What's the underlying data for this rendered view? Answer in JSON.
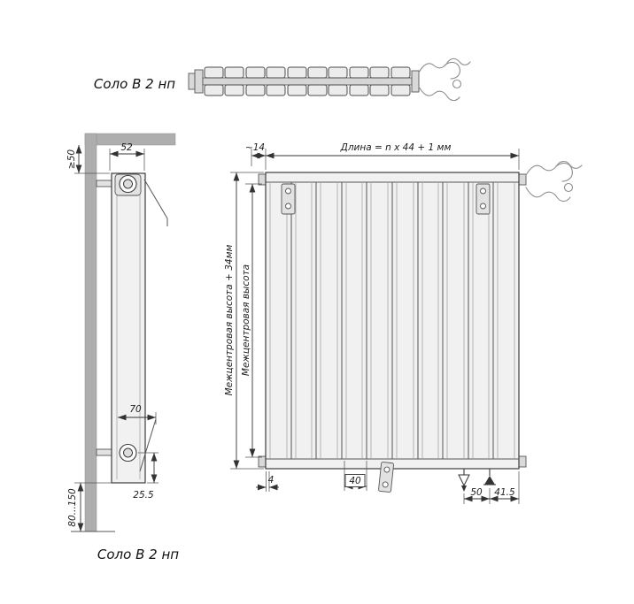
{
  "titles": {
    "top": "Соло В 2 нп",
    "bottom": "Соло В 2 нп"
  },
  "side_view": {
    "depth": "52",
    "wall_clearance": "≥50",
    "bracket_offset": "70",
    "bottom_offset": "25.5",
    "floor_clearance": "80...150"
  },
  "front_view": {
    "length_formula": "Длина = n x 44 + 1 мм",
    "edge_offset": "~14",
    "height_outer": "Межцентровая высота + 34мм",
    "height_inner": "Межцентровая высота",
    "gap": "4",
    "tube_width": "40",
    "drain_offset": "50",
    "vent_offset": "41.5"
  }
}
